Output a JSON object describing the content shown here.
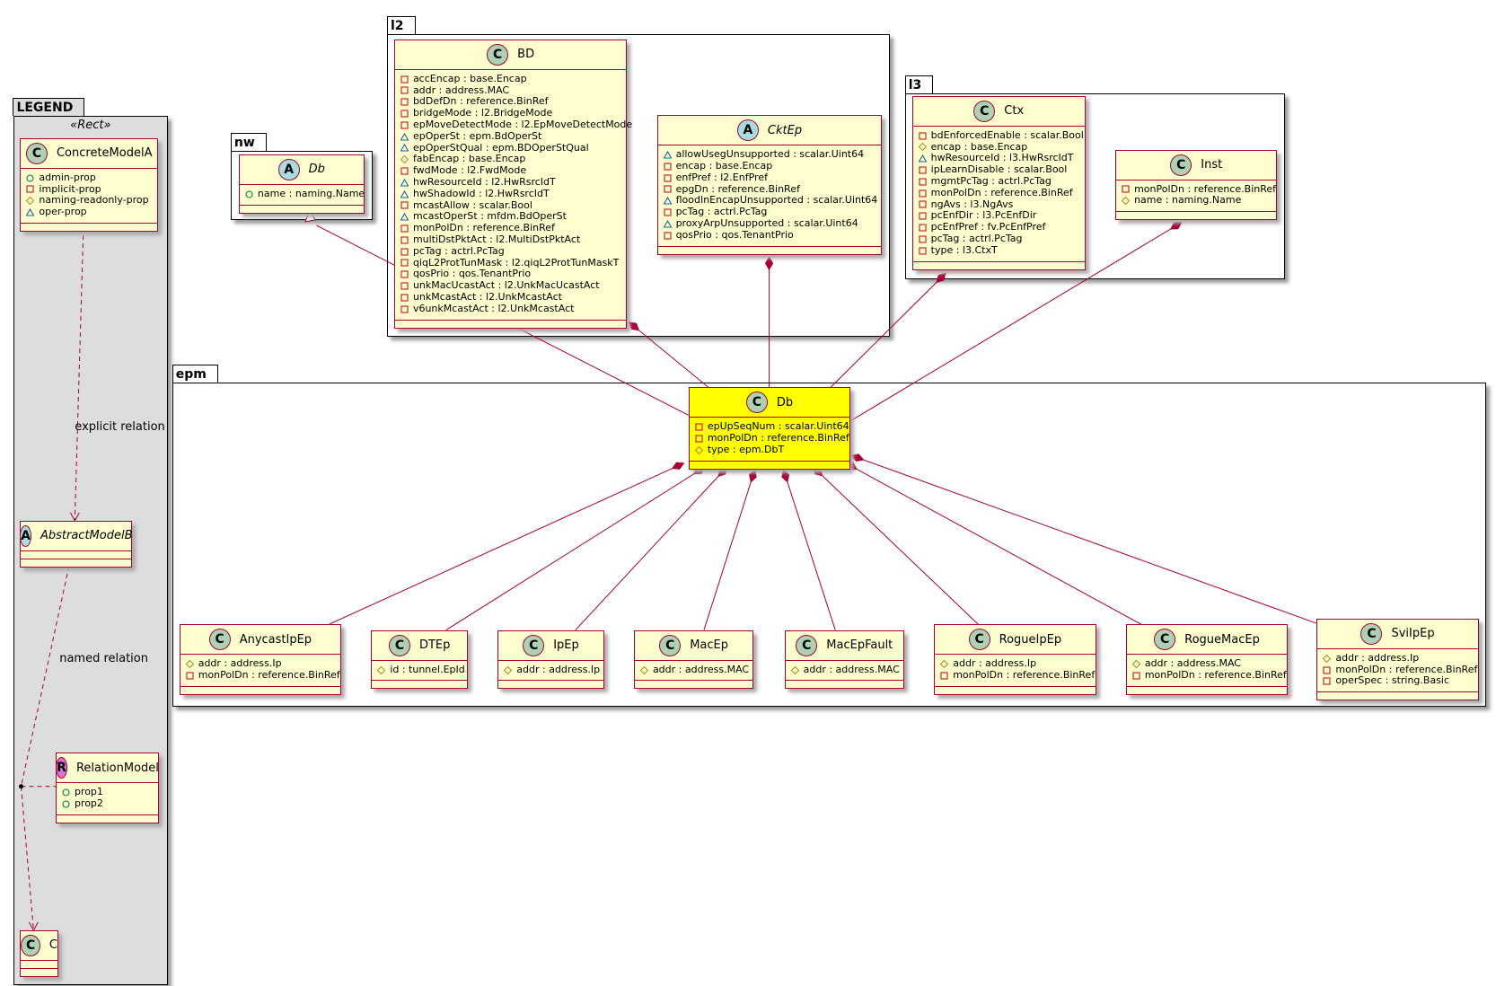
{
  "packages": {
    "legend": {
      "label": "LEGEND",
      "stereotype": "«Rect»"
    },
    "nw": {
      "label": "nw"
    },
    "l2": {
      "label": "l2"
    },
    "l3": {
      "label": "l3"
    },
    "epm": {
      "label": "epm"
    }
  },
  "legend_labels": {
    "explicit": "explicit relation",
    "named": "named relation"
  },
  "colors": {
    "border": "#A80036",
    "box": "#FEFECE",
    "highlight": "#FFFF00",
    "class_icon": "#ADD1B2",
    "abstract_icon": "#A9DCDF",
    "relation_icon": "#DA70D6"
  },
  "classes": [
    {
      "id": "ConcreteModelA",
      "name": "ConcreteModelA",
      "kind": "C",
      "attrs": [
        [
          "+",
          "admin-prop"
        ],
        [
          "-",
          "implicit-prop"
        ],
        [
          "#",
          "naming-readonly-prop"
        ],
        [
          "~",
          "oper-prop"
        ]
      ]
    },
    {
      "id": "AbstractModelB",
      "name": "AbstractModelB",
      "kind": "A",
      "attrs": []
    },
    {
      "id": "RelationModel",
      "name": "RelationModel",
      "kind": "R",
      "attrs": [
        [
          "+",
          "prop1"
        ],
        [
          "+",
          "prop2"
        ]
      ]
    },
    {
      "id": "C",
      "name": "C",
      "kind": "C",
      "attrs": []
    },
    {
      "id": "nwDb",
      "name": "Db",
      "kind": "A",
      "attrs": [
        [
          "+",
          "name : naming.Name"
        ]
      ]
    },
    {
      "id": "BD",
      "name": "BD",
      "kind": "C",
      "attrs": [
        [
          "-",
          "accEncap : base.Encap"
        ],
        [
          "-",
          "addr : address.MAC"
        ],
        [
          "-",
          "bdDefDn : reference.BinRef"
        ],
        [
          "-",
          "bridgeMode : l2.BridgeMode"
        ],
        [
          "-",
          "epMoveDetectMode : l2.EpMoveDetectMode"
        ],
        [
          "~",
          "epOperSt : epm.BdOperSt"
        ],
        [
          "~",
          "epOperStQual : epm.BDOperStQual"
        ],
        [
          "#",
          "fabEncap : base.Encap"
        ],
        [
          "-",
          "fwdMode : l2.FwdMode"
        ],
        [
          "~",
          "hwResourceId : l2.HwRsrcIdT"
        ],
        [
          "~",
          "hwShadowId : l2.HwRsrcIdT"
        ],
        [
          "-",
          "mcastAllow : scalar.Bool"
        ],
        [
          "~",
          "mcastOperSt : mfdm.BdOperSt"
        ],
        [
          "-",
          "monPolDn : reference.BinRef"
        ],
        [
          "-",
          "multiDstPktAct : l2.MultiDstPktAct"
        ],
        [
          "-",
          "pcTag : actrl.PcTag"
        ],
        [
          "-",
          "qiqL2ProtTunMask : l2.qiqL2ProtTunMaskT"
        ],
        [
          "-",
          "qosPrio : qos.TenantPrio"
        ],
        [
          "-",
          "unkMacUcastAct : l2.UnkMacUcastAct"
        ],
        [
          "-",
          "unkMcastAct : l2.UnkMcastAct"
        ],
        [
          "-",
          "v6unkMcastAct : l2.UnkMcastAct"
        ]
      ]
    },
    {
      "id": "CktEp",
      "name": "CktEp",
      "kind": "A",
      "attrs": [
        [
          "~",
          "allowUsegUnsupported : scalar.Uint64"
        ],
        [
          "-",
          "encap : base.Encap"
        ],
        [
          "-",
          "enfPref : l2.EnfPref"
        ],
        [
          "-",
          "epgDn : reference.BinRef"
        ],
        [
          "~",
          "floodInEncapUnsupported : scalar.Uint64"
        ],
        [
          "-",
          "pcTag : actrl.PcTag"
        ],
        [
          "~",
          "proxyArpUnsupported : scalar.Uint64"
        ],
        [
          "-",
          "qosPrio : qos.TenantPrio"
        ]
      ]
    },
    {
      "id": "Ctx",
      "name": "Ctx",
      "kind": "C",
      "attrs": [
        [
          "-",
          "bdEnforcedEnable : scalar.Bool"
        ],
        [
          "#",
          "encap : base.Encap"
        ],
        [
          "~",
          "hwResourceId : l3.HwRsrcIdT"
        ],
        [
          "-",
          "ipLearnDisable : scalar.Bool"
        ],
        [
          "-",
          "mgmtPcTag : actrl.PcTag"
        ],
        [
          "-",
          "monPolDn : reference.BinRef"
        ],
        [
          "-",
          "ngAvs : l3.NgAvs"
        ],
        [
          "-",
          "pcEnfDir : l3.PcEnfDir"
        ],
        [
          "-",
          "pcEnfPref : fv.PcEnfPref"
        ],
        [
          "-",
          "pcTag : actrl.PcTag"
        ],
        [
          "-",
          "type : l3.CtxT"
        ]
      ]
    },
    {
      "id": "Inst",
      "name": "Inst",
      "kind": "C",
      "attrs": [
        [
          "-",
          "monPolDn : reference.BinRef"
        ],
        [
          "#",
          "name : naming.Name"
        ]
      ]
    },
    {
      "id": "epmDb",
      "name": "Db",
      "kind": "C",
      "highlight": true,
      "attrs": [
        [
          "-",
          "epUpSeqNum : scalar.Uint64"
        ],
        [
          "-",
          "monPolDn : reference.BinRef"
        ],
        [
          "#",
          "type : epm.DbT"
        ]
      ]
    },
    {
      "id": "AnycastIpEp",
      "name": "AnycastIpEp",
      "kind": "C",
      "attrs": [
        [
          "#",
          "addr : address.Ip"
        ],
        [
          "-",
          "monPolDn : reference.BinRef"
        ]
      ]
    },
    {
      "id": "DTEp",
      "name": "DTEp",
      "kind": "C",
      "attrs": [
        [
          "#",
          "id : tunnel.EpId"
        ]
      ]
    },
    {
      "id": "IpEp",
      "name": "IpEp",
      "kind": "C",
      "attrs": [
        [
          "#",
          "addr : address.Ip"
        ]
      ]
    },
    {
      "id": "MacEp",
      "name": "MacEp",
      "kind": "C",
      "attrs": [
        [
          "#",
          "addr : address.MAC"
        ]
      ]
    },
    {
      "id": "MacEpFault",
      "name": "MacEpFault",
      "kind": "C",
      "attrs": [
        [
          "#",
          "addr : address.MAC"
        ]
      ]
    },
    {
      "id": "RogueIpEp",
      "name": "RogueIpEp",
      "kind": "C",
      "attrs": [
        [
          "#",
          "addr : address.Ip"
        ],
        [
          "-",
          "monPolDn : reference.BinRef"
        ]
      ]
    },
    {
      "id": "RogueMacEp",
      "name": "RogueMacEp",
      "kind": "C",
      "attrs": [
        [
          "#",
          "addr : address.MAC"
        ],
        [
          "-",
          "monPolDn : reference.BinRef"
        ]
      ]
    },
    {
      "id": "SviIpEp",
      "name": "SviIpEp",
      "kind": "C",
      "attrs": [
        [
          "#",
          "addr : address.Ip"
        ],
        [
          "-",
          "monPolDn : reference.BinRef"
        ],
        [
          "-",
          "operSpec : string.Basic"
        ]
      ]
    }
  ]
}
